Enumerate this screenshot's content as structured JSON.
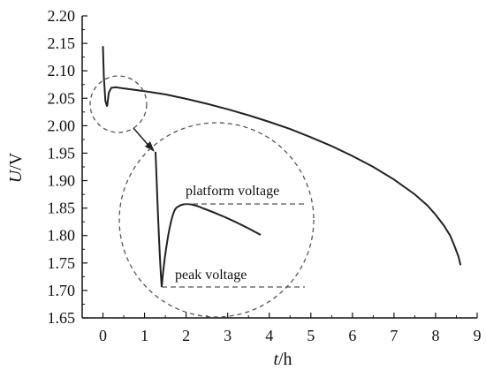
{
  "chart_data": {
    "type": "line",
    "title": "",
    "xlabel": {
      "var": "t",
      "unit": "/h"
    },
    "ylabel": {
      "var": "U",
      "unit": "/V"
    },
    "xlim": [
      -0.5,
      9
    ],
    "ylim": [
      1.65,
      2.2
    ],
    "x_ticks": [
      "0",
      "1",
      "2",
      "3",
      "4",
      "5",
      "6",
      "7",
      "8",
      "9"
    ],
    "y_ticks": [
      "2.20",
      "2.15",
      "2.10",
      "2.05",
      "2.00",
      "1.95",
      "1.90",
      "1.85",
      "1.80",
      "1.75",
      "1.70",
      "1.65"
    ],
    "grid": false,
    "series": [
      {
        "x": [
          0.0,
          0.02,
          0.06,
          0.1,
          0.14,
          0.2,
          0.3,
          0.5,
          1.0,
          1.5,
          2.0,
          2.5,
          3.0,
          3.5,
          4.0,
          4.5,
          5.0,
          5.5,
          6.0,
          6.5,
          7.0,
          7.5,
          7.8,
          8.0,
          8.2,
          8.35,
          8.45,
          8.55,
          8.6
        ],
        "y": [
          2.145,
          2.09,
          2.045,
          2.035,
          2.06,
          2.069,
          2.07,
          2.068,
          2.063,
          2.057,
          2.049,
          2.04,
          2.03,
          2.019,
          2.007,
          1.994,
          1.979,
          1.963,
          1.945,
          1.925,
          1.902,
          1.875,
          1.855,
          1.838,
          1.818,
          1.8,
          1.782,
          1.762,
          1.746
        ]
      }
    ],
    "inset": {
      "annotations": [
        {
          "text": "platform voltage"
        },
        {
          "text": "peak voltage"
        }
      ]
    },
    "colors": {
      "line": "#222222",
      "axis": "#111111",
      "dashed": "#555555"
    }
  }
}
